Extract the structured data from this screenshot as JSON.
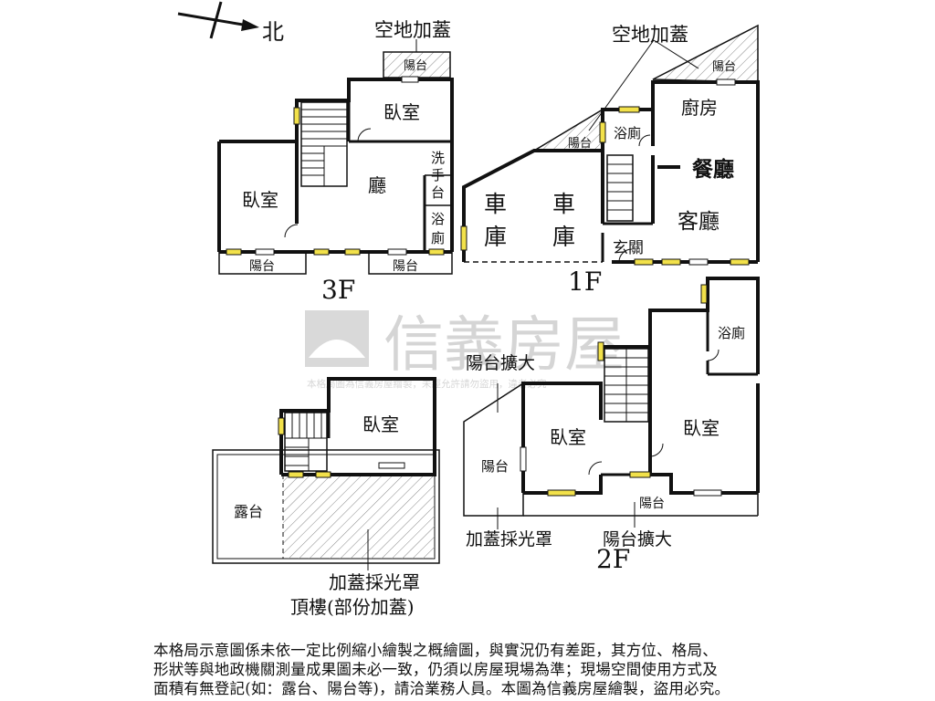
{
  "compass": {
    "north": "北"
  },
  "watermark": {
    "brand": "信義房屋",
    "copyright": "本格局圖為信義房屋繪製，未經允許請勿盜用，違者必究"
  },
  "floors": {
    "f3": {
      "level": "3F",
      "labels": {
        "top_addition": "空地加蓋",
        "balcony_top": "陽台",
        "bedroom_top": "臥室",
        "bedroom_left": "臥室",
        "living": "廳",
        "wash_1": "洗",
        "wash_2": "手",
        "wash_3": "台",
        "bath_1": "浴",
        "bath_2": "廁",
        "balcony_left": "陽台",
        "balcony_right": "陽台"
      }
    },
    "f1": {
      "level": "1F",
      "labels": {
        "top_addition": "空地加蓋",
        "balcony_top": "陽台",
        "balcony_mid": "陽台",
        "bath": "浴廁",
        "kitchen": "廚房",
        "dining": "餐廳",
        "living": "客廳",
        "garage1_1": "車",
        "garage1_2": "庫",
        "garage2_1": "車",
        "garage2_2": "庫",
        "entrance": "玄關"
      }
    },
    "f2": {
      "level": "2F",
      "labels": {
        "balcony_ext_top": "陽台擴大",
        "bath": "浴廁",
        "bedroom_left": "臥室",
        "bedroom_right": "臥室",
        "balcony_left": "陽台",
        "balcony_bottom": "陽台",
        "skylight": "加蓋採光罩",
        "balcony_ext_bottom": "陽台擴大"
      }
    },
    "roof": {
      "level": "頂樓(部份加蓋)",
      "labels": {
        "bedroom": "臥室",
        "terrace": "露台",
        "skylight": "加蓋採光罩"
      }
    }
  },
  "disclaimer": [
    "本格局示意圖係未依一定比例縮小繪製之概繪圖，與實況仍有差距，其方位、格局、",
    "形狀等與地政機關測量成果圖未必一致，仍須以房屋現場為準；現場空間使用方式及",
    "面積有無登記(如：露台、陽台等)，請洽業務人員。本圖為信義房屋繪製，盜用必究。"
  ]
}
